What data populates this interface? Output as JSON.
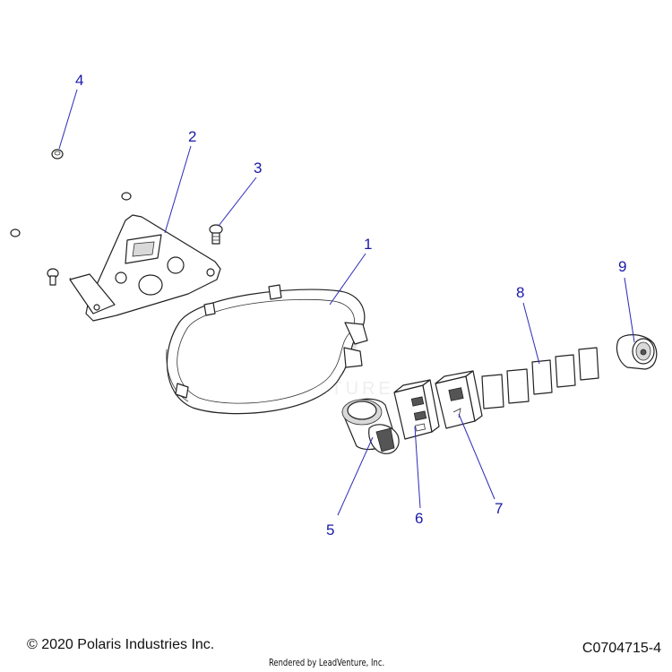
{
  "callouts": [
    {
      "id": "1",
      "label": "1"
    },
    {
      "id": "2",
      "label": "2"
    },
    {
      "id": "3",
      "label": "3"
    },
    {
      "id": "4",
      "label": "4"
    },
    {
      "id": "5",
      "label": "5"
    },
    {
      "id": "6",
      "label": "6"
    },
    {
      "id": "7",
      "label": "7"
    },
    {
      "id": "8",
      "label": "8"
    },
    {
      "id": "9",
      "label": "9"
    }
  ],
  "watermark": "LEADVENTURE",
  "footer": {
    "copyright": "© 2020 Polaris Industries Inc.",
    "rendered_by": "Rendered by LeadVenture, Inc.",
    "part_code": "C0704715-4"
  },
  "colors": {
    "callout": "#1a1aa8",
    "line": "#222222",
    "watermark": "#cfcfcf"
  }
}
